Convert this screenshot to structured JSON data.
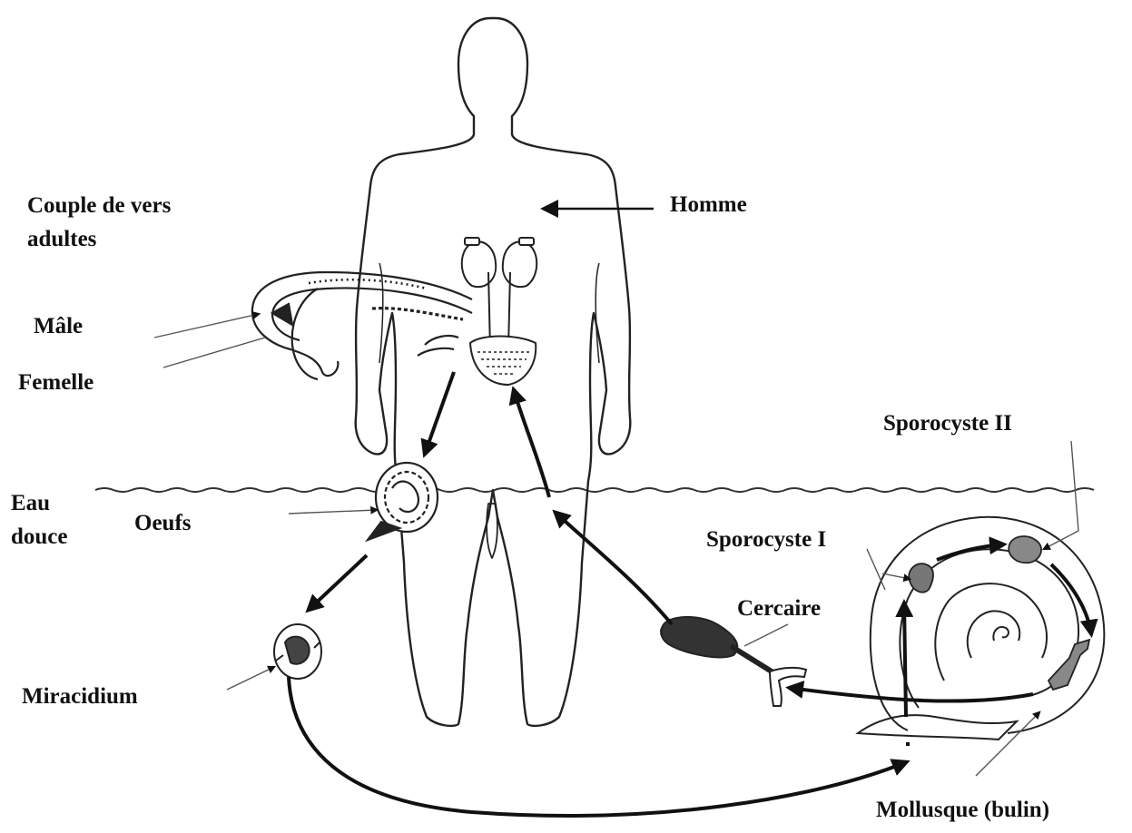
{
  "labels": {
    "homme": "Homme",
    "couple": "Couple de vers adultes",
    "male": "Mâle",
    "femelle": "Femelle",
    "eau_douce": "Eau douce",
    "oeufs": "Oeufs",
    "miracidium": "Miracidium",
    "sporocyste_1": "Sporocyste I",
    "sporocyste_2": "Sporocyste II",
    "cercaire": "Cercaire",
    "mollusque": "Mollusque (bulin)"
  },
  "colors": {
    "ink": "#111111",
    "pointer": "#555555",
    "background": "#ffffff"
  },
  "icons": [
    "human-body-icon",
    "kidneys-bladder-icon",
    "worm-pair-icon",
    "egg-icon",
    "miracidium-icon",
    "snail-shell-icon",
    "sporocyst-icon",
    "cercaria-icon"
  ]
}
